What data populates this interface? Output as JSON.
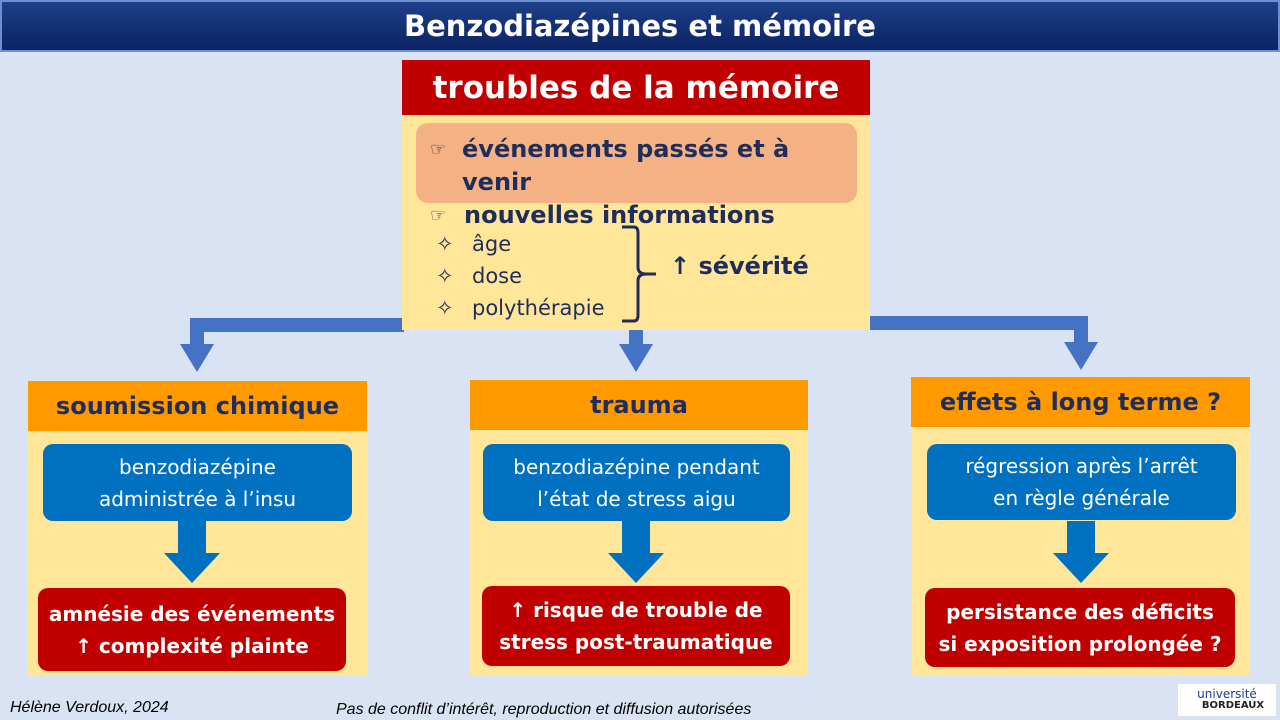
{
  "title": "Benzodiazépines et mémoire",
  "center": {
    "header": "troubles de la mémoire",
    "bullets": [
      "événements passés et à venir",
      "nouvelles informations"
    ],
    "bullet_icon": "pointing-hand-icon",
    "factors": [
      "âge",
      "dose",
      "polythérapie"
    ],
    "factor_icon": "four-point-star-icon",
    "result": "↑ sévérité"
  },
  "columns": [
    {
      "header": "soumission chimique",
      "info": [
        "benzodiazépine",
        "administrée à l’insu"
      ],
      "outcome": [
        "amnésie des événements",
        "↑ complexité plainte"
      ]
    },
    {
      "header": "trauma",
      "info": [
        "benzodiazépine pendant",
        "l’état de stress aigu"
      ],
      "outcome": [
        "↑ risque de trouble de",
        "stress post-traumatique"
      ]
    },
    {
      "header": "effets à long terme ?",
      "info": [
        "régression après l’arrêt",
        "en règle générale"
      ],
      "outcome": [
        "persistance des déficits",
        "si exposition prolongée ?"
      ]
    }
  ],
  "footer": {
    "author": "Hélène Verdoux, 2024",
    "disclaimer": "Pas de conflit d’intérêt, reproduction et diffusion autorisées"
  },
  "logo": {
    "line1": "université",
    "line2": "BORDEAUX"
  },
  "colors": {
    "title": "#0b2463",
    "red": "#c00000",
    "orange": "#ff9900",
    "yellow": "#ffe699",
    "blue": "#0070c0",
    "connector": "#4472c4",
    "background": "#dae3f3"
  }
}
